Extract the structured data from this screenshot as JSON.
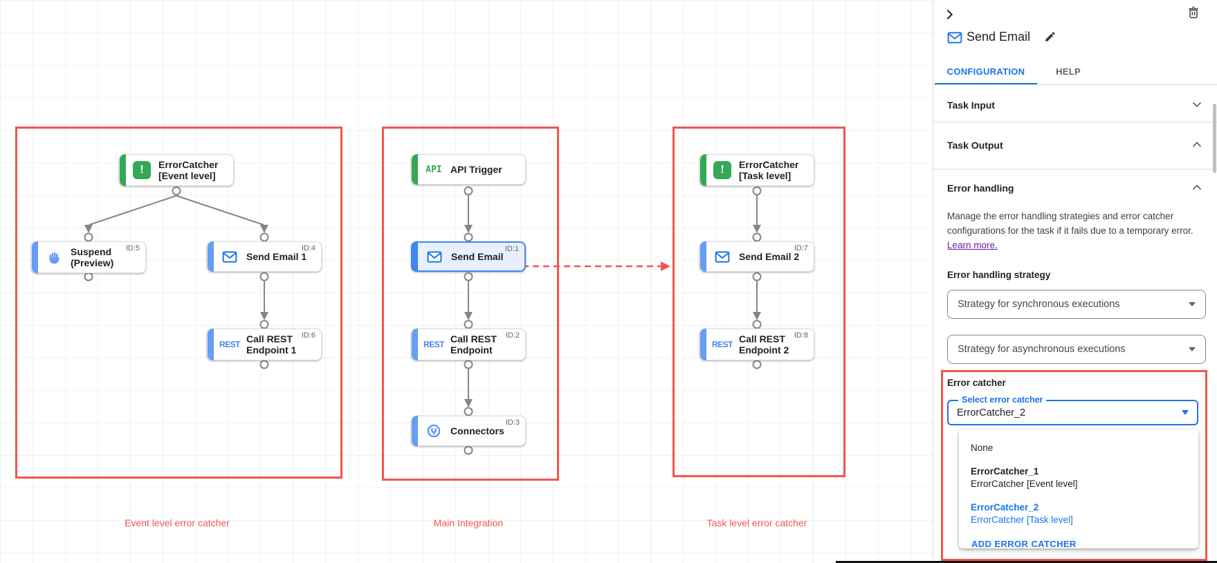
{
  "colors": {
    "annotation_red": "#f0564b",
    "accent_blue": "#1a73e8",
    "node_green": "#34a853",
    "dot_red": "#d93025"
  },
  "canvas": {
    "groups": [
      {
        "label": "Event level error catcher"
      },
      {
        "label": "Main Integration"
      },
      {
        "label": "Task level error catcher"
      }
    ],
    "icon_text": {
      "api": "API",
      "rest": "REST",
      "error": "!"
    },
    "nodes": {
      "ec_event": {
        "line1": "ErrorCatcher",
        "line2": "[Event level]",
        "badge": ""
      },
      "suspend": {
        "line1": "Suspend",
        "line2": "(Preview)",
        "badge": "ID:5"
      },
      "send1": {
        "line1": "Send Email 1",
        "badge": "ID:4"
      },
      "rest1": {
        "line1": "Call REST",
        "line2": "Endpoint 1",
        "badge": "ID:6"
      },
      "api": {
        "line1": "API Trigger",
        "badge": ""
      },
      "send": {
        "line1": "Send Email",
        "badge": "ID:1"
      },
      "rest": {
        "line1": "Call REST",
        "line2": "Endpoint",
        "badge": "ID:2"
      },
      "connectors": {
        "line1": "Connectors",
        "badge": "ID:3"
      },
      "ec_task": {
        "line1": "ErrorCatcher",
        "line2": "[Task level]",
        "badge": ""
      },
      "send2": {
        "line1": "Send Email 2",
        "badge": "ID:7"
      },
      "rest2": {
        "line1": "Call REST",
        "line2": "Endpoint 2",
        "badge": "ID:8"
      }
    }
  },
  "panel": {
    "title": "Send Email",
    "tabs": {
      "configuration": "CONFIGURATION",
      "help": "HELP"
    },
    "sections": {
      "task_input": "Task Input",
      "task_output": "Task Output",
      "error_handling": "Error handling"
    },
    "error_handling": {
      "description": "Manage the error handling strategies and error catcher configurations for the task if it fails due to a temporary error.",
      "learn_more": "Learn more.",
      "strategy_label": "Error handling strategy",
      "sync_dropdown": "Strategy for synchronous executions",
      "async_dropdown": "Strategy for asynchronous executions",
      "error_catcher_label": "Error catcher",
      "select_label": "Select error catcher",
      "select_value": "ErrorCatcher_2",
      "menu": {
        "none": "None",
        "items": [
          {
            "name": "ErrorCatcher_1",
            "desc": "ErrorCatcher [Event level]"
          },
          {
            "name": "ErrorCatcher_2",
            "desc": "ErrorCatcher [Task level]"
          }
        ],
        "add_button": "ADD ERROR CATCHER"
      }
    }
  }
}
